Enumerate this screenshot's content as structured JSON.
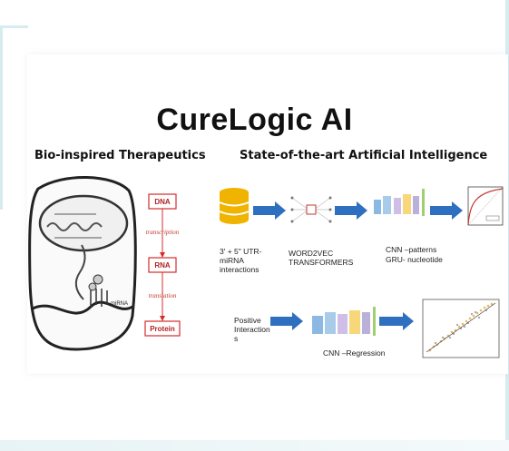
{
  "title": "CureLogic AI",
  "left_heading": "Bio-inspired Therapeutics",
  "right_heading": "State-of-the-art Artificial Intelligence",
  "cell_labels": {
    "mirna": "miRNA"
  },
  "dogma": {
    "dna": "DNA",
    "transcription": "transcription",
    "rna": "RNA",
    "translation": "translation",
    "protein": "Protein"
  },
  "pipeline": {
    "input_label": "3' + 5\" UTR-miRNA interactions",
    "embed_label": "WORD2VEC TRANSFORMERS",
    "cnn_label_1": "CNN –patterns",
    "cnn_label_2": "GRU- nucleotide",
    "positive_label": "Positive Interaction s",
    "regression_label": "CNN –Regression"
  },
  "colors": {
    "arrow_blue": "#2f6fc0",
    "db_gold": "#f0b400",
    "dogma_red": "#d62c2c",
    "frame": "#d6ecf0"
  }
}
